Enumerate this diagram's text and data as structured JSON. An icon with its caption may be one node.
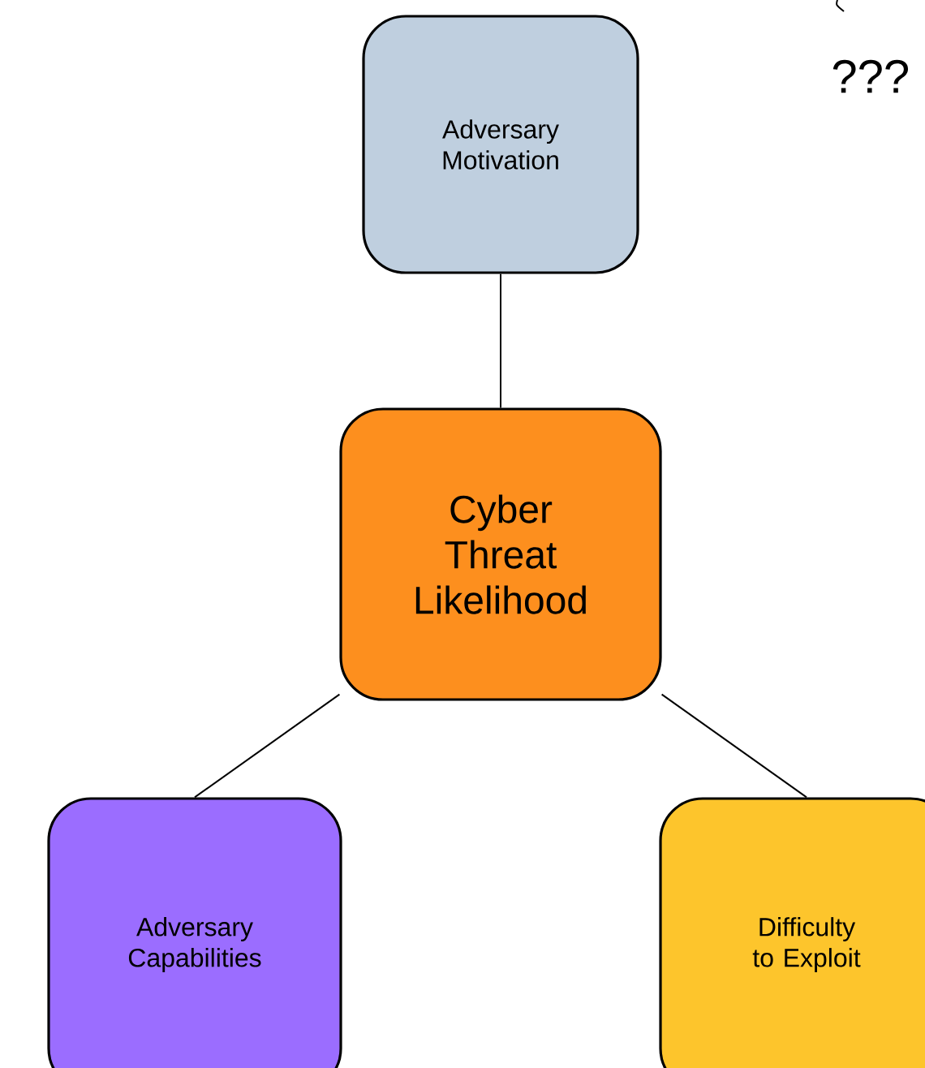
{
  "diagram": {
    "nodes": [
      {
        "text": [
          "Adversary Motivation"
        ]
      },
      {
        "text": [
          "Cyber Threat Likelihood"
        ]
      },
      {
        "text": [
          "Adversary Capabilities"
        ]
      },
      {
        "text": [
          "Difficulty to Exploit"
        ]
      }
    ],
    "edges": [
      {
        "from": 0,
        "to": 1,
        "arrow": "none"
      },
      {
        "from": 1,
        "to": 2,
        "arrow": "none"
      },
      {
        "from": 1,
        "to": 3,
        "arrow": "none"
      }
    ],
    "labels": [
      "???"
    ]
  }
}
